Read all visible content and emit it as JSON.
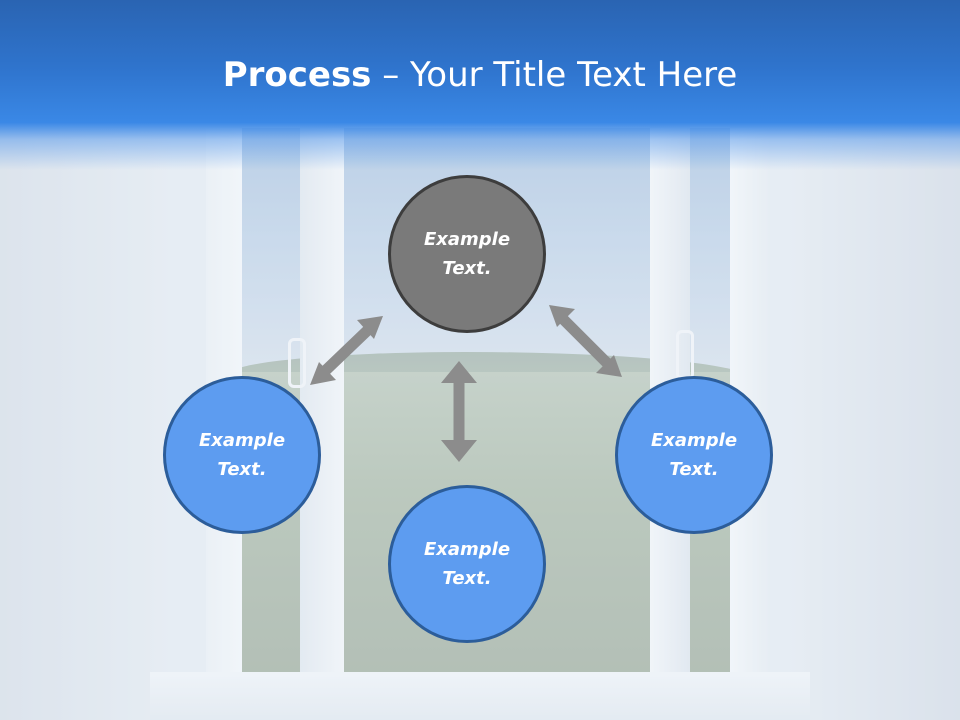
{
  "slide": {
    "title_bold": "Process",
    "title_rest": " – Your Title Text Here"
  },
  "diagram": {
    "nodes": {
      "top": {
        "text": "Example Text.",
        "fill": "#7a7a7a",
        "stroke": "#3d3d3d"
      },
      "left": {
        "text": "Example Text.",
        "fill": "#5d9cf0",
        "stroke": "#2c5d9a"
      },
      "bottom": {
        "text": "Example Text.",
        "fill": "#5d9cf0",
        "stroke": "#2c5d9a"
      },
      "right": {
        "text": "Example Text.",
        "fill": "#5d9cf0",
        "stroke": "#2c5d9a"
      }
    },
    "connectors": [
      {
        "from": "top",
        "to": "left",
        "style": "double-arrow"
      },
      {
        "from": "top",
        "to": "right",
        "style": "double-arrow"
      },
      {
        "from": "top",
        "to": "bottom",
        "style": "double-arrow"
      }
    ],
    "arrow_color": "#8c8c8c"
  },
  "colors": {
    "title_band": "#2f74cd",
    "title_text": "#ffffff"
  }
}
